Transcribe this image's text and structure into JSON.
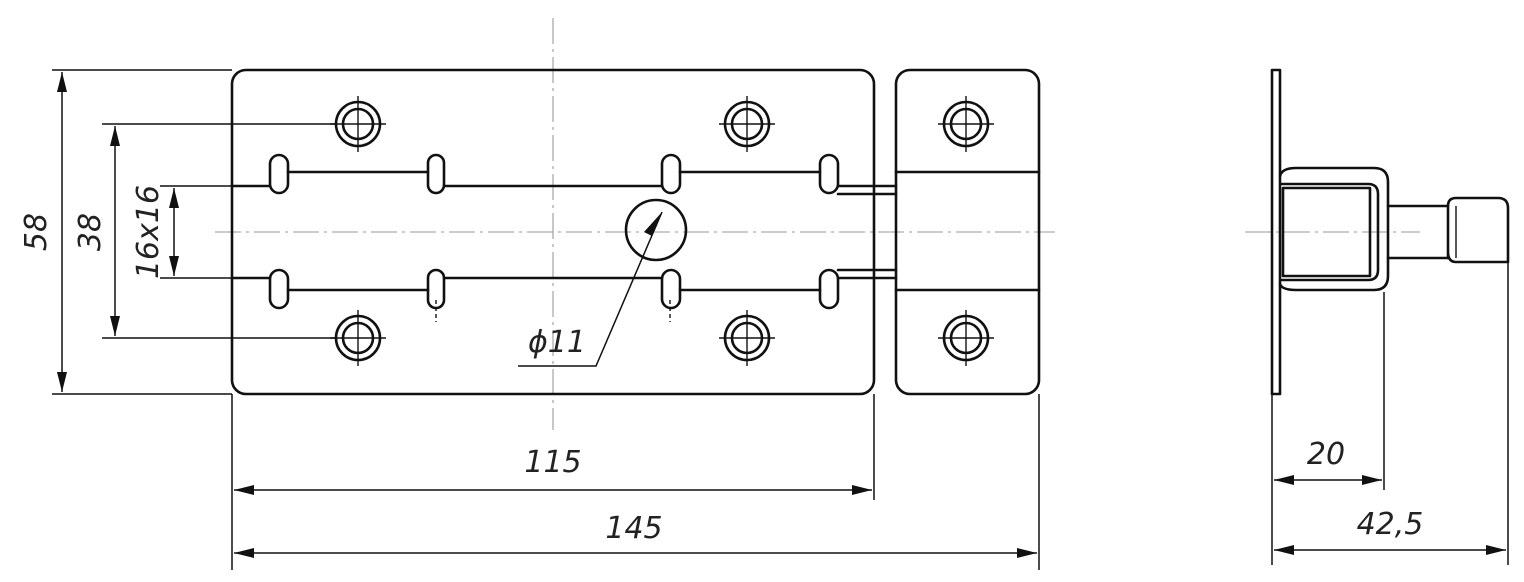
{
  "drawing": {
    "front_view": {
      "dimensions": {
        "height_overall": "58",
        "hole_spacing": "38",
        "bolt_section": "16x16",
        "bolt_diameter": "ϕ11",
        "plate_length": "115",
        "total_length": "145"
      }
    },
    "side_view": {
      "dimensions": {
        "channel_depth": "20",
        "total_depth": "42,5"
      }
    }
  }
}
